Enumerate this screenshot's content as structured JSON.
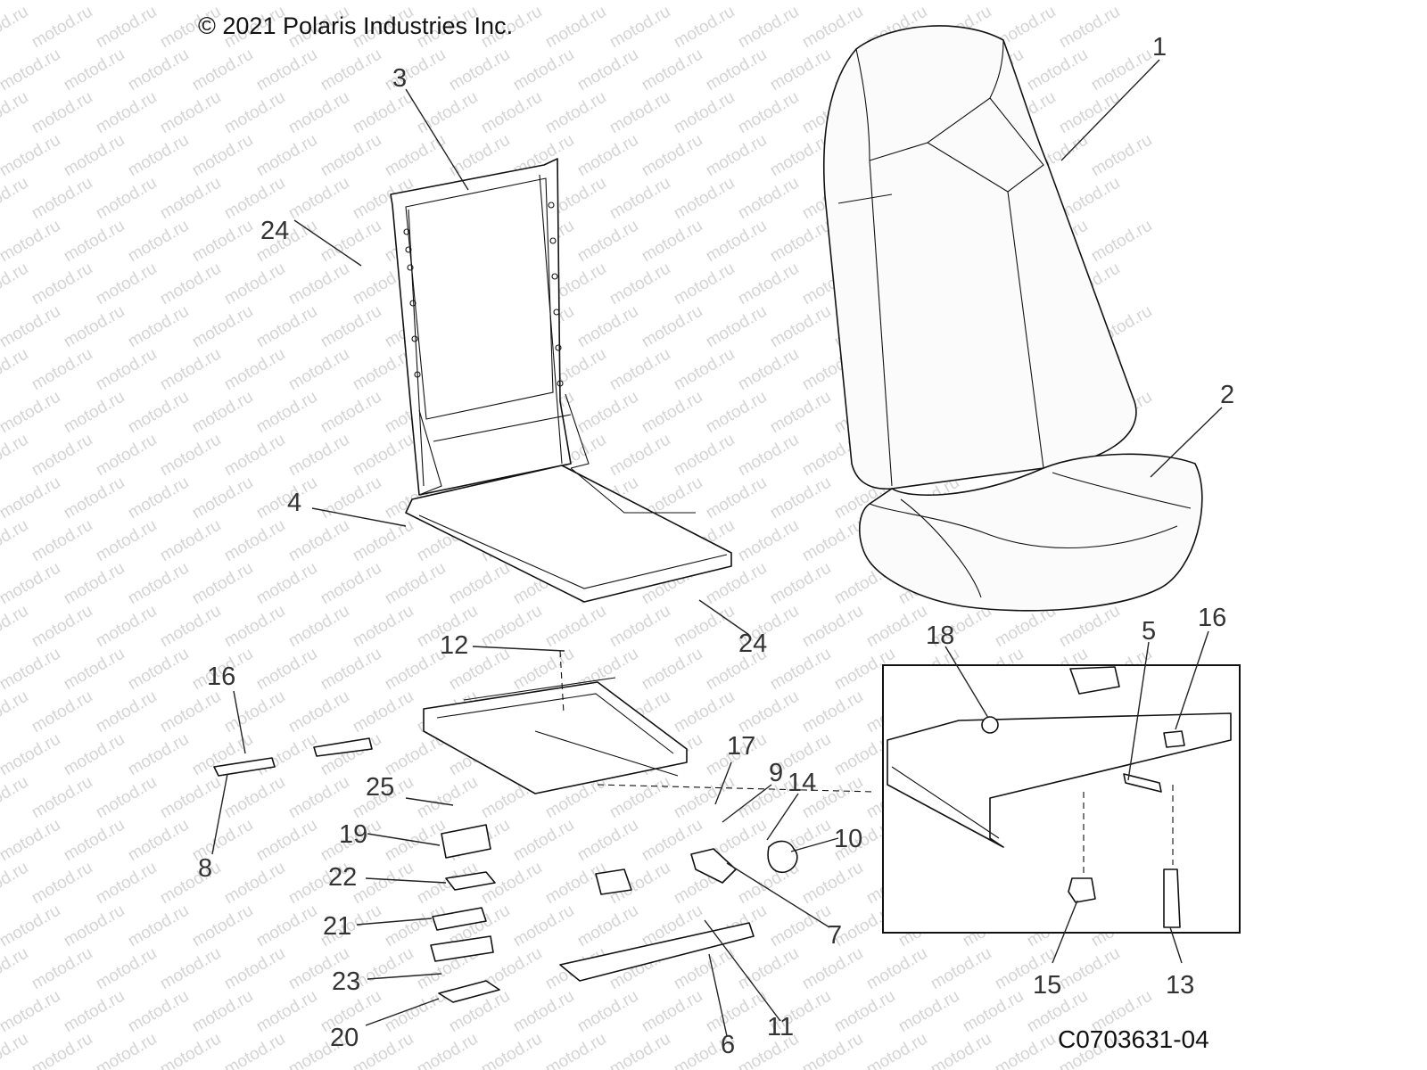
{
  "header": {
    "copyright": "© 2021 Polaris Industries Inc."
  },
  "footer": {
    "document_number": "C0703631-04"
  },
  "watermark": {
    "text": "motod.ru",
    "color": "#d4d4d4"
  },
  "callouts": [
    {
      "id": "c1",
      "text": "1"
    },
    {
      "id": "c2",
      "text": "2"
    },
    {
      "id": "c3",
      "text": "3"
    },
    {
      "id": "c4",
      "text": "4"
    },
    {
      "id": "c5",
      "text": "5"
    },
    {
      "id": "c6",
      "text": "6"
    },
    {
      "id": "c7",
      "text": "7"
    },
    {
      "id": "c8",
      "text": "8"
    },
    {
      "id": "c9",
      "text": "9"
    },
    {
      "id": "c10",
      "text": "10"
    },
    {
      "id": "c11",
      "text": "11"
    },
    {
      "id": "c12",
      "text": "12"
    },
    {
      "id": "c13",
      "text": "13"
    },
    {
      "id": "c14",
      "text": "14"
    },
    {
      "id": "c15",
      "text": "15"
    },
    {
      "id": "c16a",
      "text": "16"
    },
    {
      "id": "c16b",
      "text": "16"
    },
    {
      "id": "c17",
      "text": "17"
    },
    {
      "id": "c18",
      "text": "18"
    },
    {
      "id": "c19",
      "text": "19"
    },
    {
      "id": "c20",
      "text": "20"
    },
    {
      "id": "c21",
      "text": "21"
    },
    {
      "id": "c22",
      "text": "22"
    },
    {
      "id": "c23",
      "text": "23"
    },
    {
      "id": "c24a",
      "text": "24"
    },
    {
      "id": "c24b",
      "text": "24"
    },
    {
      "id": "c25",
      "text": "25"
    }
  ]
}
